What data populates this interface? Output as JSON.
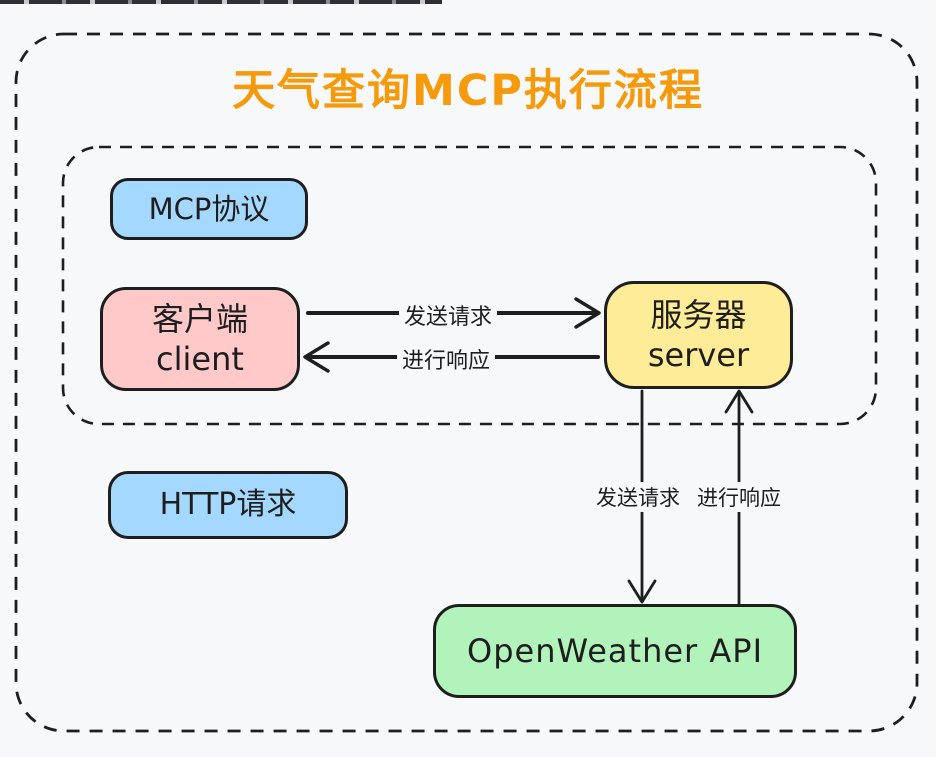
{
  "meta": {
    "background_color": "#f7f8fa",
    "stroke_color": "#1e1e1e",
    "title_color": "#f59a0b",
    "style": "hand-drawn-flowchart"
  },
  "title": "天气查询MCP执行流程",
  "frames": {
    "outer": {
      "name": "diagram-outer-dashed-frame"
    },
    "inner": {
      "name": "mcp-protocol-dashed-group"
    }
  },
  "nodes": {
    "mcp_protocol": {
      "label": "MCP协议",
      "fill": "#a5d8ff"
    },
    "client": {
      "label": "客户端",
      "sublabel": "client",
      "fill": "#ffc9c9"
    },
    "server": {
      "label": "服务器",
      "sublabel": "server",
      "fill": "#ffec99"
    },
    "http_request": {
      "label": "HTTP请求",
      "fill": "#a5d8ff"
    },
    "openweather_api": {
      "label": "OpenWeather API",
      "fill": "#b2f2bb"
    }
  },
  "edges": {
    "client_to_server": {
      "label": "发送请求",
      "from": "client",
      "to": "server",
      "direction": "right"
    },
    "server_to_client": {
      "label": "进行响应",
      "from": "server",
      "to": "client",
      "direction": "left"
    },
    "server_to_api": {
      "label": "发送请求",
      "from": "server",
      "to": "openweather_api",
      "direction": "down"
    },
    "api_to_server": {
      "label": "进行响应",
      "from": "openweather_api",
      "to": "server",
      "direction": "up"
    }
  }
}
